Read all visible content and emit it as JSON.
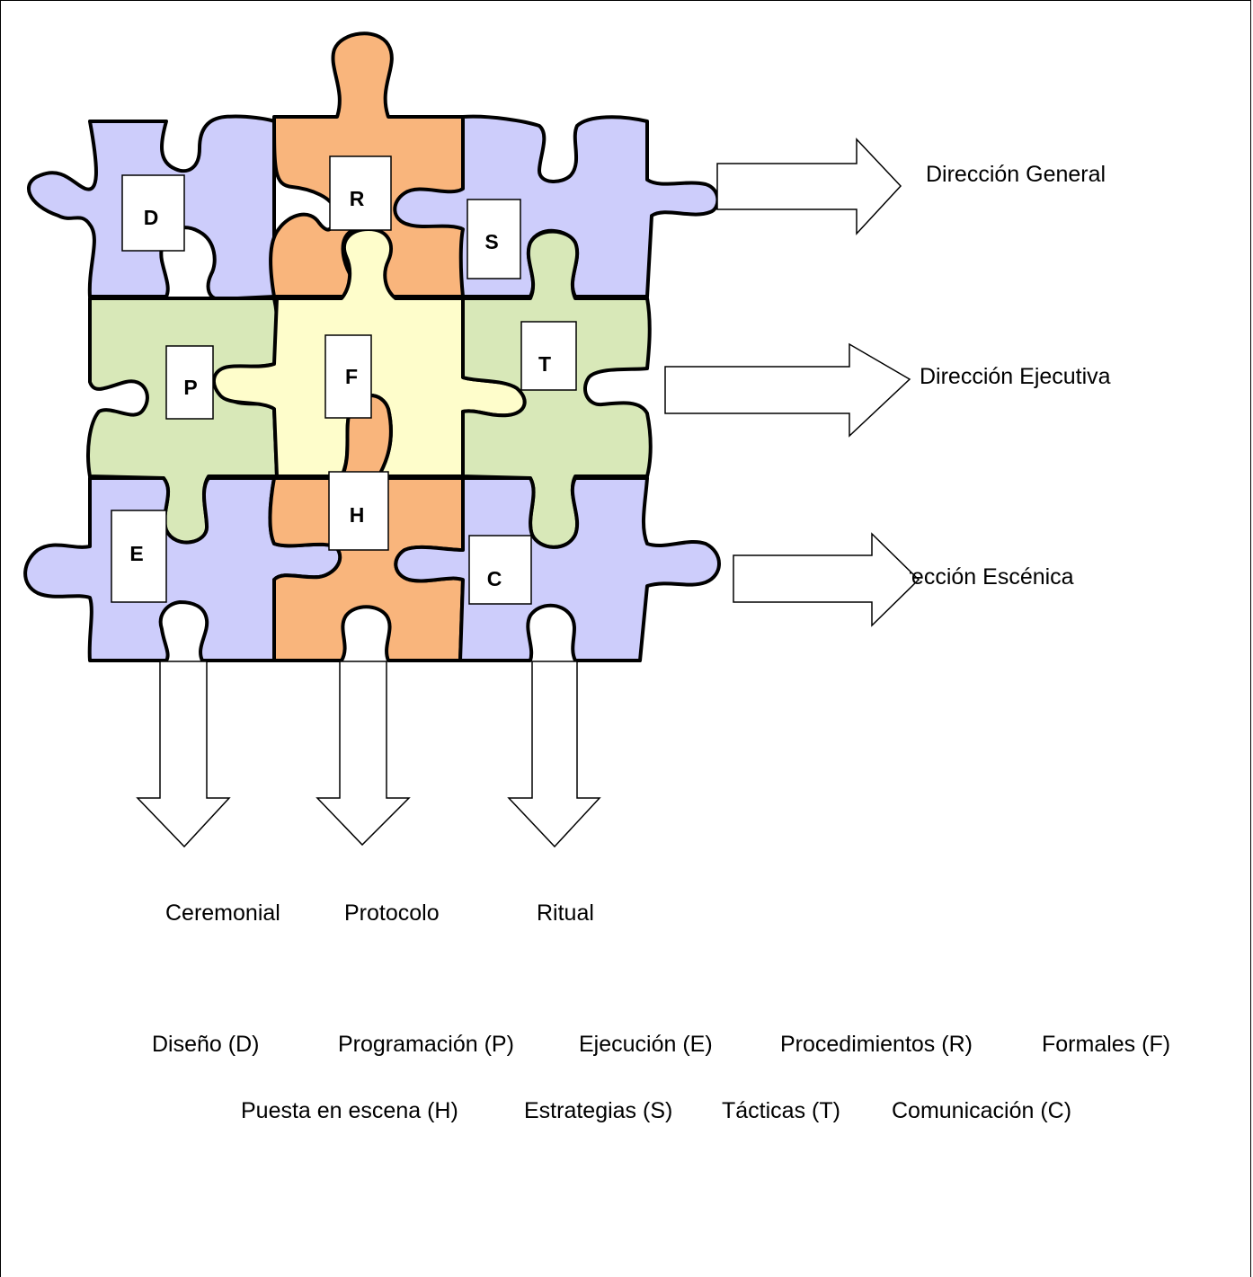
{
  "colors": {
    "purple": "#cdcdfb",
    "orange": "#f9b57c",
    "green": "#d8e8b8",
    "yellow": "#fefdcb",
    "outline": "#000000"
  },
  "tiles": [
    {
      "letter": "D",
      "color": "purple"
    },
    {
      "letter": "R",
      "color": "orange"
    },
    {
      "letter": "S",
      "color": "purple"
    },
    {
      "letter": "P",
      "color": "green"
    },
    {
      "letter": "F",
      "color": "yellow"
    },
    {
      "letter": "T",
      "color": "green"
    },
    {
      "letter": "E",
      "color": "purple"
    },
    {
      "letter": "H",
      "color": "orange"
    },
    {
      "letter": "C",
      "color": "purple"
    }
  ],
  "right_labels": {
    "row1": "Dirección General",
    "row2": "Dirección Ejecutiva",
    "row3": "Dirección Escénica"
  },
  "bottom_labels": {
    "col1": "Ceremonial",
    "col2": "Protocolo",
    "col3": "Ritual"
  },
  "legend": {
    "line1": [
      "Diseño (D)",
      "Programación (P)",
      "Ejecución (E)",
      "Procedimientos (R)",
      "Formales (F)"
    ],
    "line2": [
      "Puesta en escena (H)",
      "Estrategias (S)",
      "Tácticas (T)",
      "Comunicación (C)"
    ]
  }
}
